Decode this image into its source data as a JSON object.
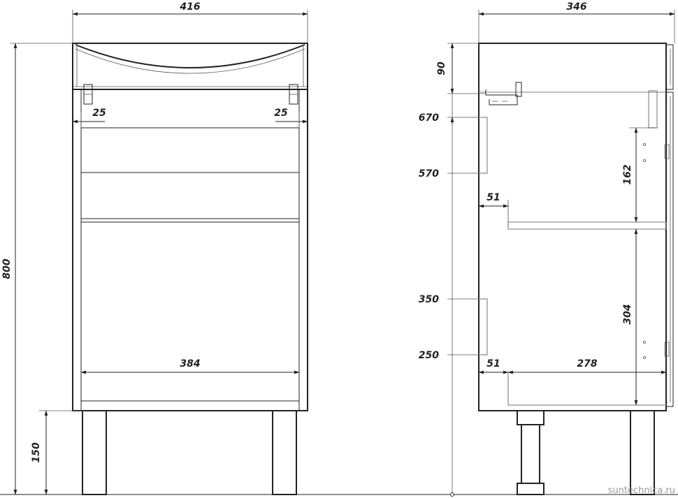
{
  "front_view": {
    "width_label": "416",
    "height_label": "800",
    "inset_left_label": "25",
    "inset_right_label": "25",
    "inner_width_label": "384",
    "leg_height_label": "150"
  },
  "side_view": {
    "depth_label": "346",
    "top_gap_label": "90",
    "upper_hole_top_label": "670",
    "upper_hole_bottom_label": "570",
    "lower_hole_top_label": "350",
    "lower_hole_bottom_label": "250",
    "shelf_offset_label": "51",
    "bottom_offset_label": "51",
    "inner_depth_label": "278",
    "upper_compartment_label": "162",
    "lower_compartment_label": "304"
  },
  "watermark": "suntechnica.ru"
}
